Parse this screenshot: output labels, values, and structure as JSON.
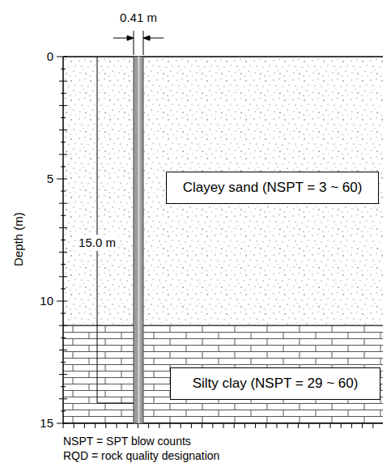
{
  "diagram": {
    "nodes": [
      {
        "text": [
          "Clayey sand (NSPT = 3 ~ 60)"
        ]
      },
      {
        "text": [
          "Silty clay (NSPT = 29 ~ 60)"
        ]
      }
    ],
    "labels": [
      "0.41 m",
      "15.0 m",
      "0",
      "5",
      "10",
      "15",
      "Depth (m)",
      "NSPT = SPT blow counts",
      "RQD = rock quality designation"
    ]
  }
}
